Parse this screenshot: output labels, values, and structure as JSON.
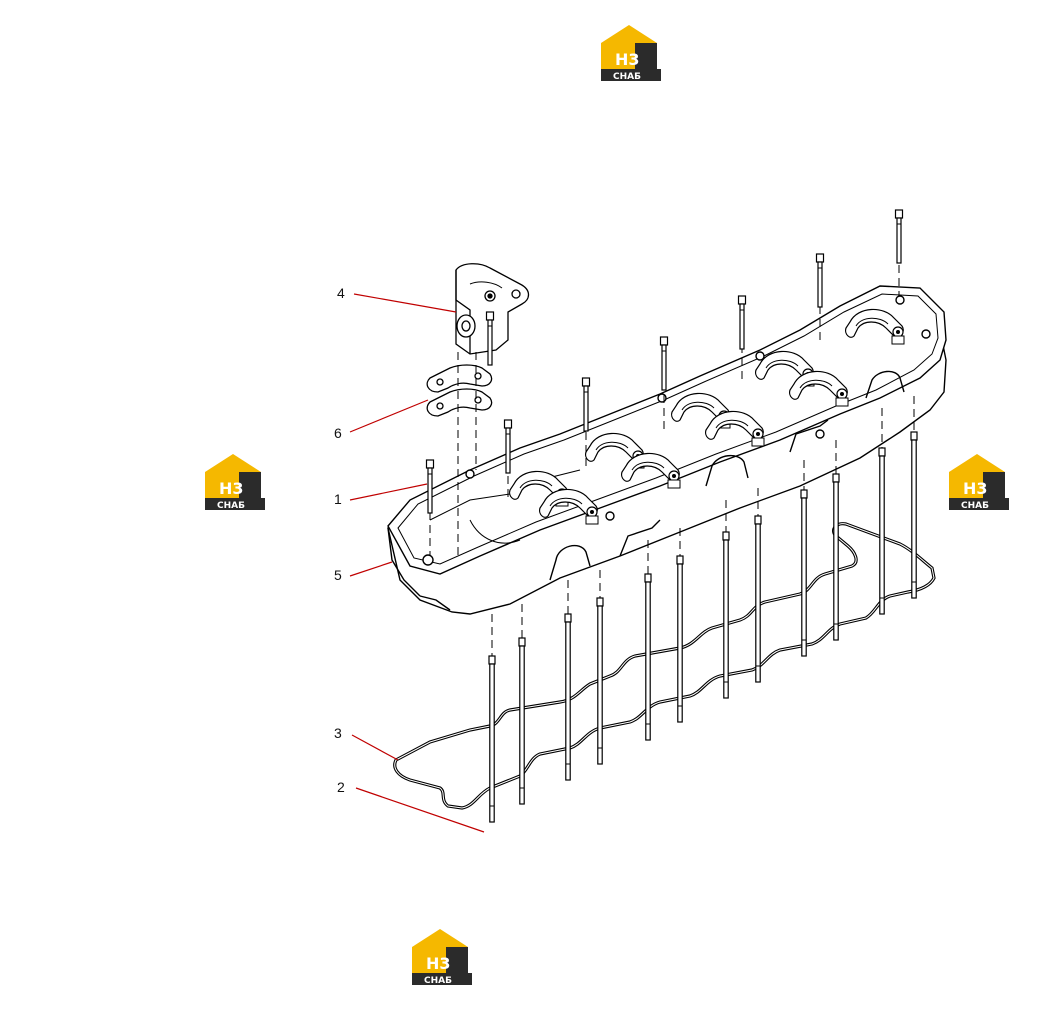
{
  "watermark": {
    "logo_top": "Н3",
    "logo_bottom": "СНАБ",
    "colors": {
      "accent": "#f5b800",
      "dark": "#2b2b2b",
      "white": "#ffffff"
    }
  },
  "diagram": {
    "callouts": [
      {
        "number": "1"
      },
      {
        "number": "2"
      },
      {
        "number": "3"
      },
      {
        "number": "4"
      },
      {
        "number": "5"
      },
      {
        "number": "6"
      }
    ],
    "leader_color": "#c00000",
    "line_color": "#000000"
  }
}
